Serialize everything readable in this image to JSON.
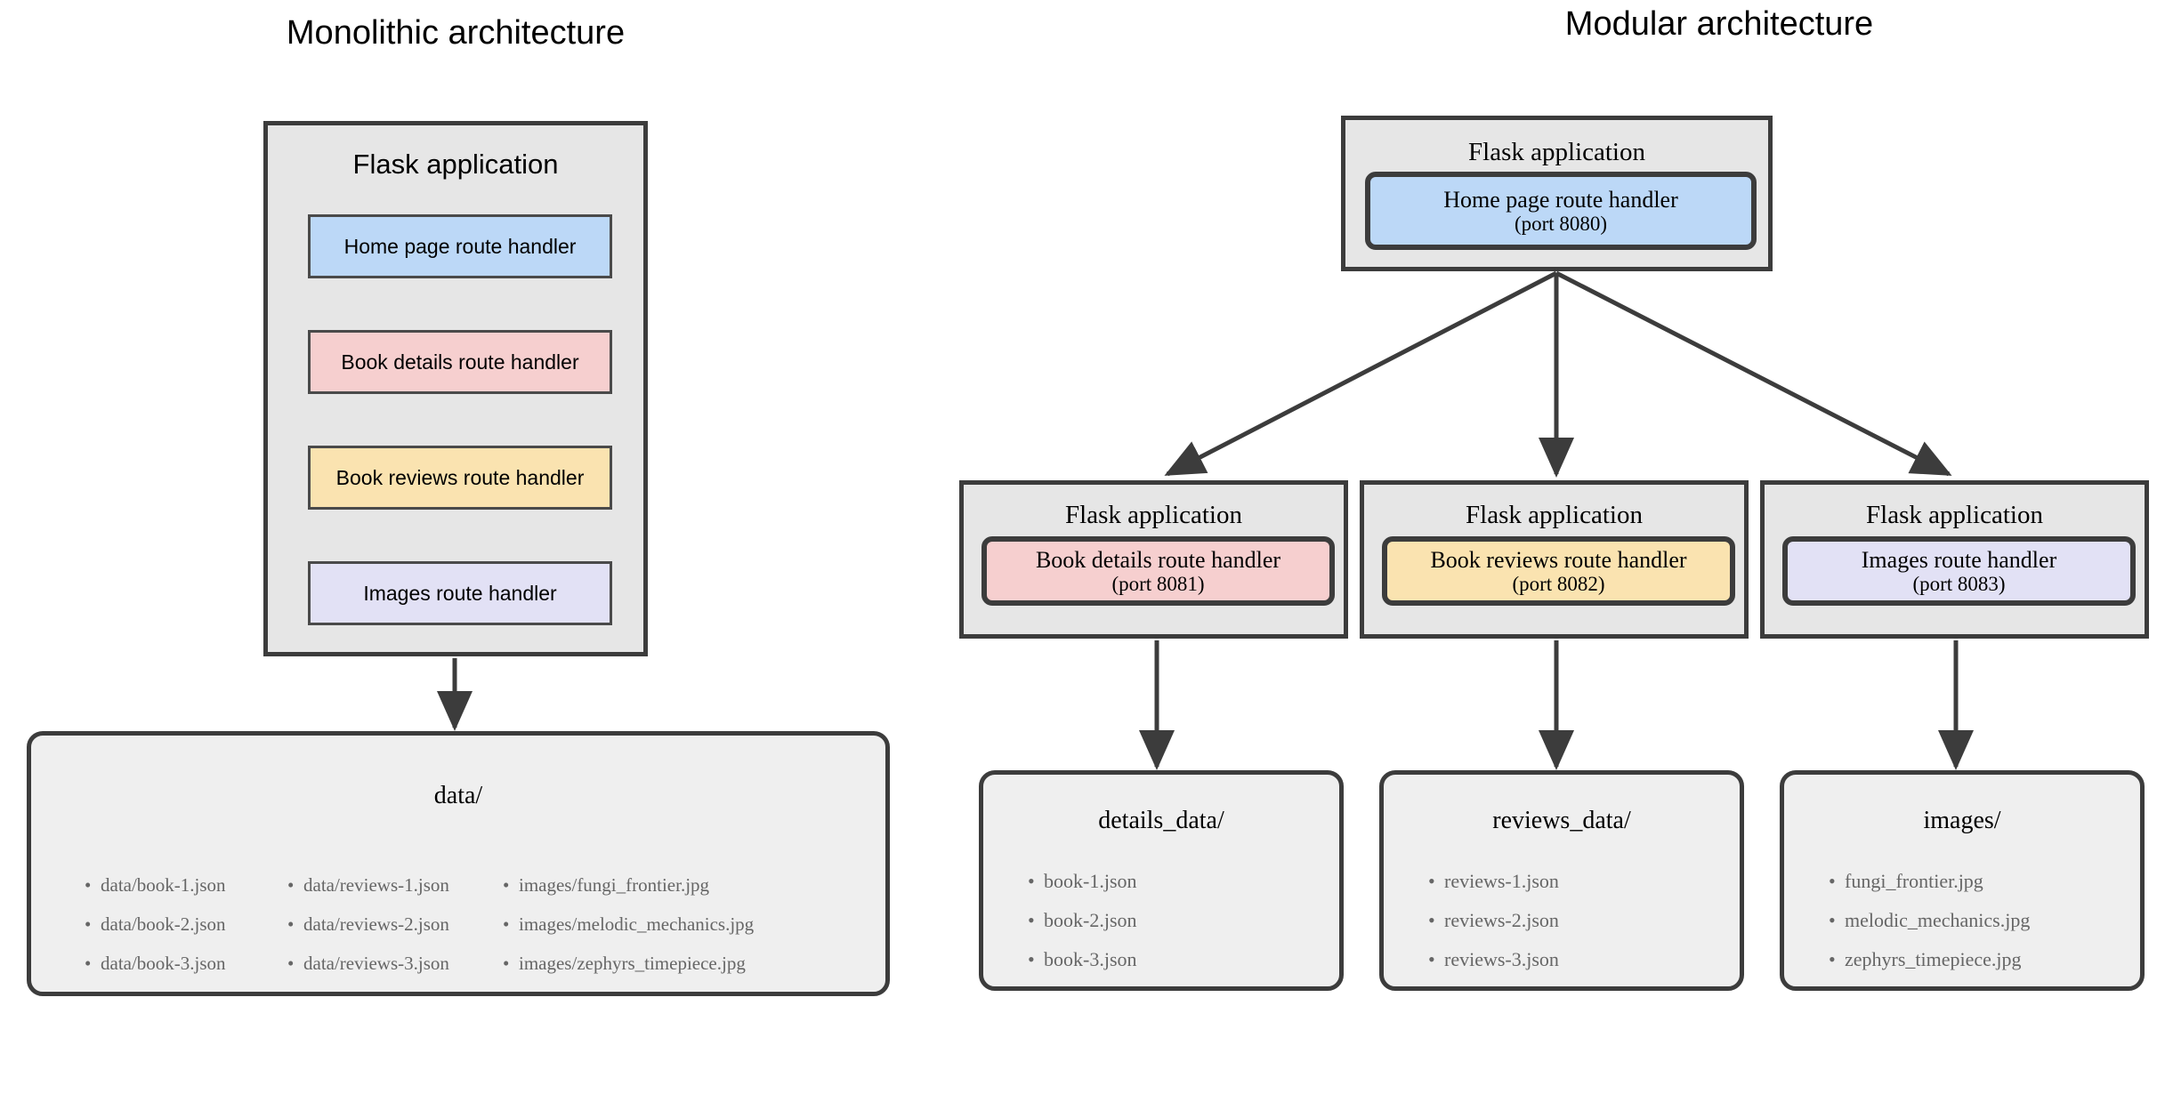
{
  "panels": {
    "monolithic": {
      "title": "Monolithic architecture",
      "app": {
        "title": "Flask application",
        "handlers": [
          {
            "label": "Home page route handler",
            "color": "#bcd8f7"
          },
          {
            "label": "Book details route handler",
            "color": "#f6cfcf"
          },
          {
            "label": "Book reviews route handler",
            "color": "#fae3b0"
          },
          {
            "label": "Images route handler",
            "color": "#e2e1f5"
          }
        ]
      },
      "store": {
        "title": "data/",
        "columns": [
          [
            "data/book-1.json",
            "data/book-2.json",
            "data/book-3.json"
          ],
          [
            "data/reviews-1.json",
            "data/reviews-2.json",
            "data/reviews-3.json"
          ],
          [
            "images/fungi_frontier.jpg",
            "images/melodic_mechanics.jpg",
            "images/zephyrs_timepiece.jpg"
          ]
        ]
      }
    },
    "modular": {
      "title": "Modular architecture",
      "root": {
        "title": "Flask application",
        "handler": {
          "label": "Home page route handler",
          "port": "(port 8080)",
          "color": "#bcd8f7"
        }
      },
      "services": [
        {
          "title": "Flask application",
          "handler": {
            "label": "Book details route handler",
            "port": "(port 8081)",
            "color": "#f6cfcf"
          },
          "store": {
            "title": "details_data/",
            "items": [
              "book-1.json",
              "book-2.json",
              "book-3.json"
            ]
          }
        },
        {
          "title": "Flask application",
          "handler": {
            "label": "Book reviews route handler",
            "port": "(port 8082)",
            "color": "#fae3b0"
          },
          "store": {
            "title": "reviews_data/",
            "items": [
              "reviews-1.json",
              "reviews-2.json",
              "reviews-3.json"
            ]
          }
        },
        {
          "title": "Flask application",
          "handler": {
            "label": "Images route handler",
            "port": "(port 8083)",
            "color": "#e2e1f5"
          },
          "store": {
            "title": "images/",
            "items": [
              "fungi_frontier.jpg",
              "melodic_mechanics.jpg",
              "zephyrs_timepiece.jpg"
            ]
          }
        }
      ]
    }
  },
  "colors": {
    "stroke": "#3c3c3c",
    "box_fill": "#e6e6e6",
    "store_fill": "#efefef",
    "list_text": "#666666",
    "background": "#ffffff"
  }
}
